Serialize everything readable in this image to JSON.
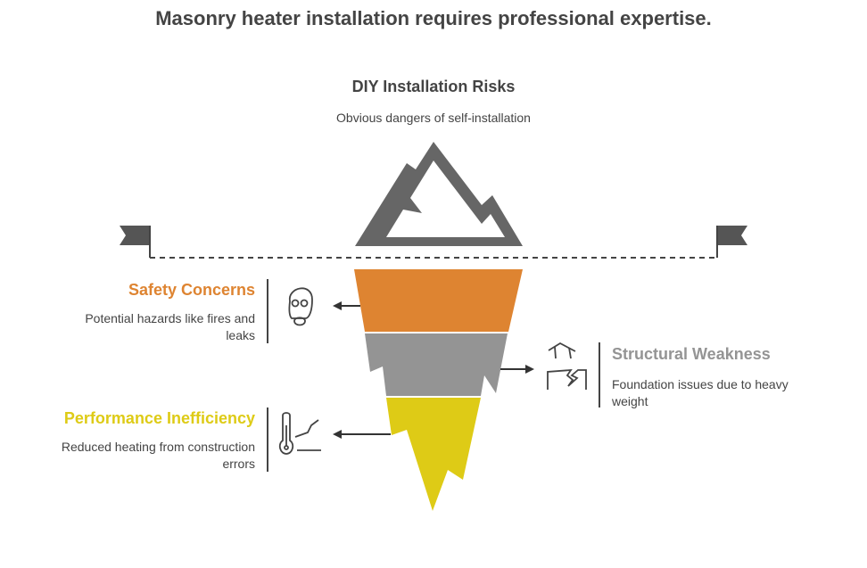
{
  "title": "Masonry heater installation requires professional expertise.",
  "tip": {
    "title": "DIY Installation Risks",
    "description": "Obvious dangers of self-installation"
  },
  "items": [
    {
      "title": "Safety Concerns",
      "description": "Potential hazards like fires and leaks",
      "color": "#DE8431",
      "icon": "gas-mask-icon"
    },
    {
      "title": "Structural Weakness",
      "description": "Foundation issues due to heavy weight",
      "color": "#949494",
      "icon": "cracked-house-icon"
    },
    {
      "title": "Performance Inefficiency",
      "description": "Reduced heating from construction errors",
      "color": "#DECB16",
      "icon": "thermometer-icon"
    }
  ],
  "colors": {
    "mountain": "#666666",
    "text": "#444444"
  }
}
